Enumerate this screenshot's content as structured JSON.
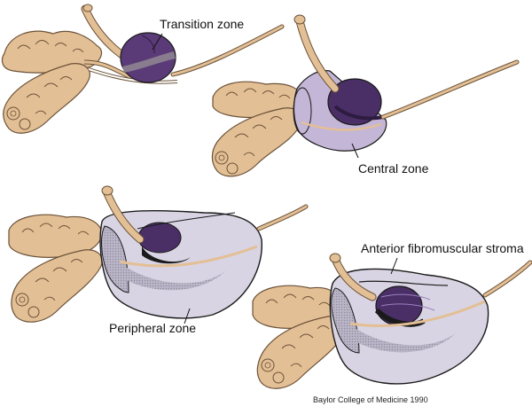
{
  "figure": {
    "panels": [
      {
        "id": "transition",
        "label": "Transition zone"
      },
      {
        "id": "central",
        "label": "Central zone"
      },
      {
        "id": "peripheral",
        "label": "Peripheral zone"
      },
      {
        "id": "stroma",
        "label": "Anterior fibromuscular stroma"
      }
    ],
    "credit": "Baylor College of Medicine 1990",
    "colors": {
      "tissue": "#e3bf95",
      "tissue_outline": "#6b5238",
      "transition_zone": "#5a3b78",
      "transition_dark": "#3a2350",
      "central_zone": "#c4b6d6",
      "peripheral_zone": "#d9d4e3",
      "stroma_zone": "#cfc9dc",
      "outline": "#1a1a1a"
    }
  }
}
